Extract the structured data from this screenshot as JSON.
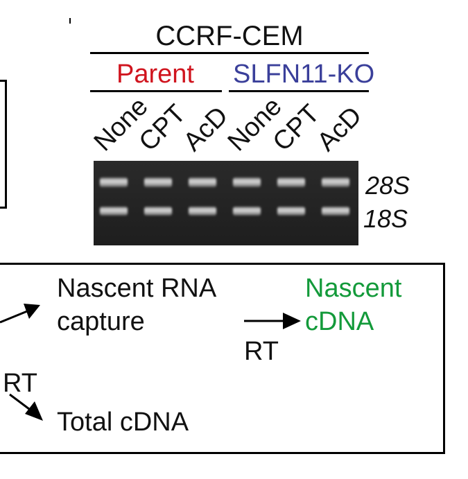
{
  "gel": {
    "title": "CCRF-CEM",
    "groups": [
      {
        "label": "Parent",
        "color": "#d0141e"
      },
      {
        "label": "SLFN11-KO",
        "color": "#3a3f9a"
      }
    ],
    "lanes": [
      "None",
      "CPT",
      "AcD",
      "None",
      "CPT",
      "AcD"
    ],
    "bands": [
      "28S",
      "18S"
    ]
  },
  "workflow": {
    "nascent_rna": "Nascent RNA",
    "capture": "capture",
    "rt_top": "RT",
    "nascent_cdna_line1": "Nascent",
    "nascent_cdna_line2": "cDNA",
    "rt_left": "RT",
    "total_cdna": "Total cDNA"
  }
}
